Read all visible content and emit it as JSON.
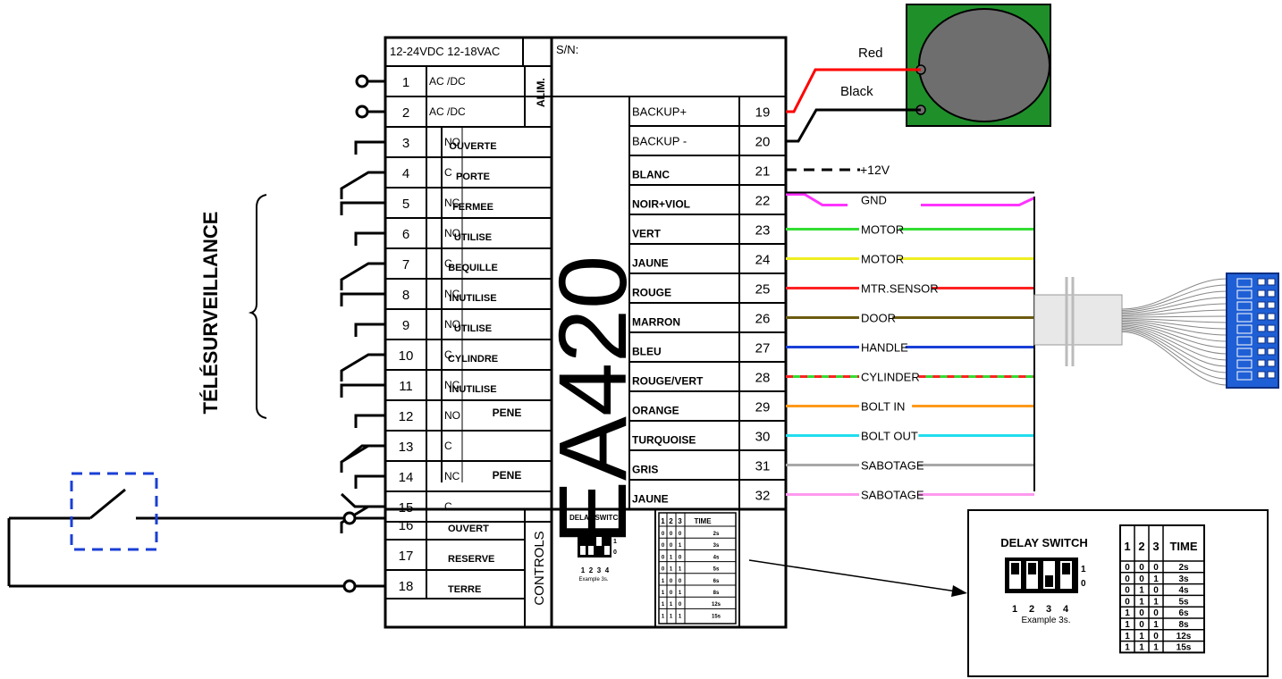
{
  "supply_header": "12-24VDC 12-18VAC",
  "serial_label": "S/N:",
  "alim_label": "ALIM.",
  "model_label": "EA420",
  "controls_label": "CONTROLS",
  "side_label": "TÉLÉSURVEILLANCE",
  "battery": {
    "red_label": "Red",
    "black_label": "Black"
  },
  "plus12_label": "+12V",
  "left_terminals": [
    {
      "num": "1",
      "type": "AC /DC",
      "func": ""
    },
    {
      "num": "2",
      "type": "AC /DC",
      "func": ""
    },
    {
      "num": "3",
      "type": "NO",
      "func": "OUVERTE"
    },
    {
      "num": "4",
      "type": "C",
      "func": "PORTE"
    },
    {
      "num": "5",
      "type": "NC",
      "func": "FERMEE"
    },
    {
      "num": "6",
      "type": "NO",
      "func": "UTILISE"
    },
    {
      "num": "7",
      "type": "C",
      "func": "BEQUILLE"
    },
    {
      "num": "8",
      "type": "NC",
      "func": "INUTILISE"
    },
    {
      "num": "9",
      "type": "NO",
      "func": "UTILISE"
    },
    {
      "num": "10",
      "type": "C",
      "func": "CYLINDRE"
    },
    {
      "num": "11",
      "type": "NC",
      "func": "INUTILISE"
    },
    {
      "num": "12",
      "type": "NO",
      "func": ""
    },
    {
      "num": "13",
      "type": "C",
      "func": ""
    },
    {
      "num": "14",
      "type": "NC",
      "func": ""
    },
    {
      "num": "15",
      "type": "C",
      "func": ""
    }
  ],
  "pene_labels": [
    "PENE",
    "PENE"
  ],
  "control_terminals": [
    {
      "num": "16",
      "func": "OUVERT"
    },
    {
      "num": "17",
      "func": "RESERVE"
    },
    {
      "num": "18",
      "func": "TERRE"
    }
  ],
  "right_terminals": [
    {
      "num": "19",
      "label": "BACKUP+",
      "wire": "",
      "color": "#ff0000"
    },
    {
      "num": "20",
      "label": "BACKUP -",
      "wire": "",
      "color": "#000000"
    },
    {
      "num": "21",
      "label": "BLANC",
      "wire": "",
      "color": "#000000"
    },
    {
      "num": "22",
      "label": "NOIR+VIOL",
      "wire": "GND",
      "color": "#ff33ff"
    },
    {
      "num": "23",
      "label": "VERT",
      "wire": "MOTOR",
      "color": "#33dd33"
    },
    {
      "num": "24",
      "label": "JAUNE",
      "wire": "MOTOR",
      "color": "#eeee22"
    },
    {
      "num": "25",
      "label": "ROUGE",
      "wire": "MTR.SENSOR",
      "color": "#ff2222"
    },
    {
      "num": "26",
      "label": "MARRON",
      "wire": "DOOR",
      "color": "#6b5a10"
    },
    {
      "num": "27",
      "label": "BLEU",
      "wire": "HANDLE",
      "color": "#1a3fd6"
    },
    {
      "num": "28",
      "label": "ROUGE/VERT",
      "wire": "CYLINDER",
      "color": "#33dd33"
    },
    {
      "num": "29",
      "label": "ORANGE",
      "wire": "BOLT IN",
      "color": "#ff9a1a"
    },
    {
      "num": "30",
      "label": "TURQUOISE",
      "wire": "BOLT OUT",
      "color": "#22ddee"
    },
    {
      "num": "31",
      "label": "GRIS",
      "wire": "SABOTAGE",
      "color": "#a8a8a8"
    },
    {
      "num": "32",
      "label": "JAUNE",
      "wire": "SABOTAGE",
      "color": "#ff99ee"
    }
  ],
  "delay_switch": {
    "title": "DELAY SWITCH",
    "switch_numbers": [
      "1",
      "2",
      "3",
      "4"
    ],
    "on_label": "1",
    "off_label": "0",
    "example": "Example 3s.",
    "headers": [
      "1",
      "2",
      "3",
      "TIME"
    ],
    "rows": [
      [
        "0",
        "0",
        "0",
        "2s"
      ],
      [
        "0",
        "0",
        "1",
        "3s"
      ],
      [
        "0",
        "1",
        "0",
        "4s"
      ],
      [
        "0",
        "1",
        "1",
        "5s"
      ],
      [
        "1",
        "0",
        "0",
        "6s"
      ],
      [
        "1",
        "0",
        "1",
        "8s"
      ],
      [
        "1",
        "1",
        "0",
        "12s"
      ],
      [
        "1",
        "1",
        "1",
        "15s"
      ]
    ]
  }
}
